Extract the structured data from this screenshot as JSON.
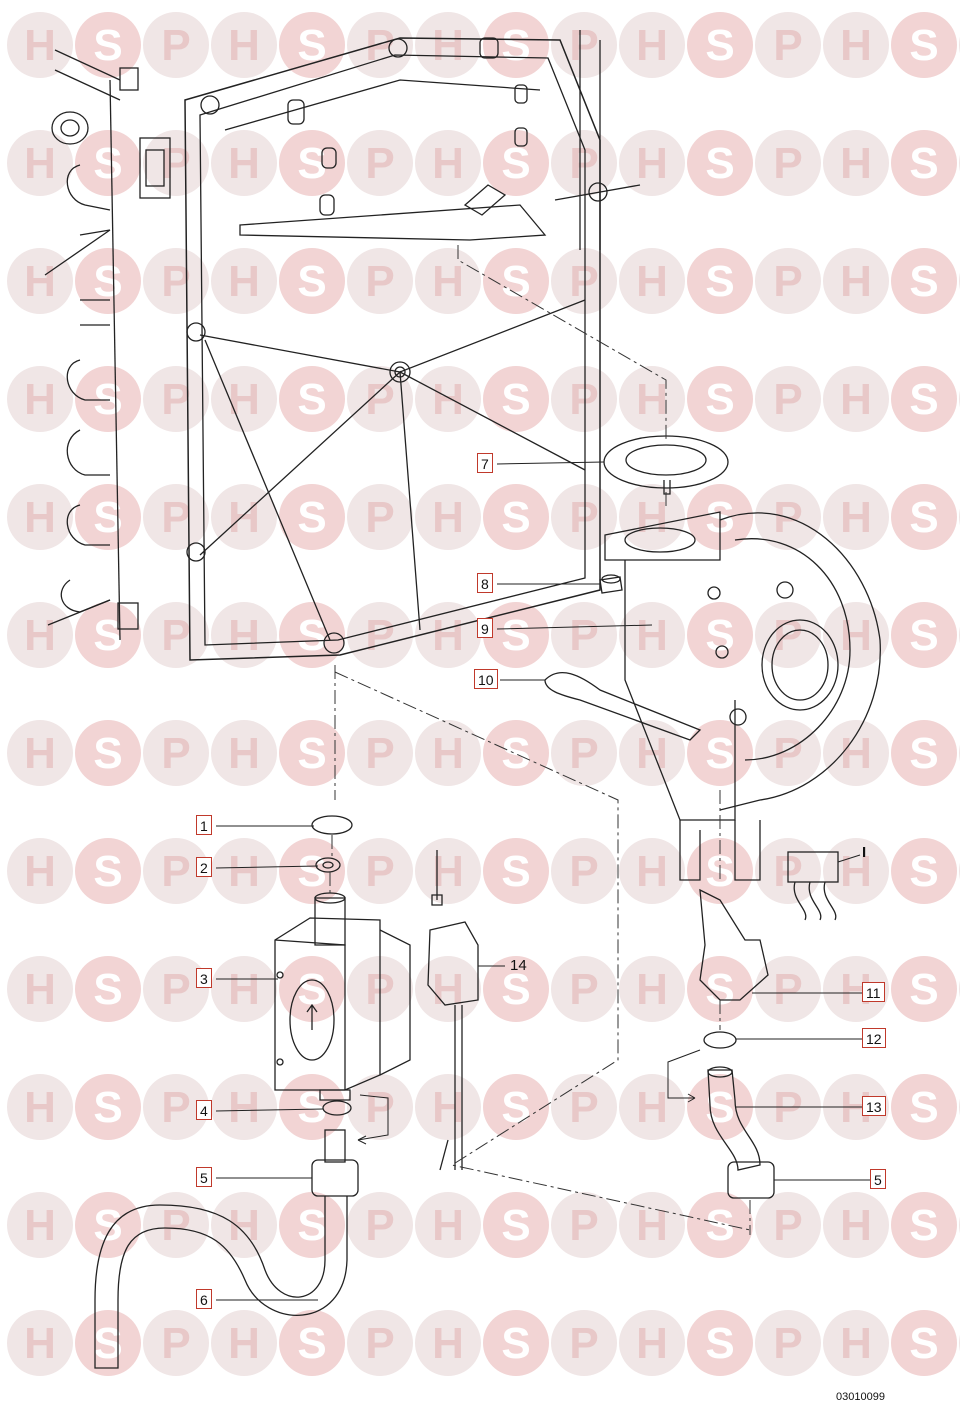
{
  "diagram": {
    "callouts": [
      "1",
      "2",
      "3",
      "4",
      "5",
      "6",
      "7",
      "8",
      "9",
      "10",
      "11",
      "12",
      "13",
      "5"
    ],
    "plain_labels": [
      "14",
      "I"
    ],
    "reference_code": "03010099"
  },
  "watermark": {
    "letters": [
      "H",
      "S",
      "P"
    ],
    "color": "#e8c8c8"
  },
  "colors": {
    "callout_border": "#c0392b",
    "line": "#222222"
  }
}
